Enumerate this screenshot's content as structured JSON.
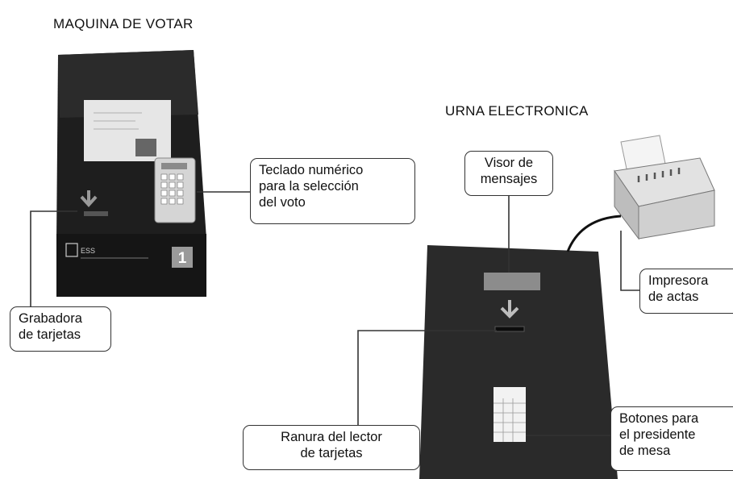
{
  "titles": {
    "maquina": "MAQUINA DE VOTAR",
    "urna": "URNA ELECTRONICA"
  },
  "machine": {
    "brand": "ESS",
    "number_badge": "1"
  },
  "callouts": {
    "teclado": "Teclado numérico\npara la selección\ndel voto",
    "grabadora": "Grabadora\nde tarjetas",
    "visor": "Visor de\nmensajes",
    "impresora": "Impresora\nde actas",
    "ranura": "Ranura del lector\nde tarjetas",
    "botones": "Botones para\nel presidente\nde mesa"
  },
  "colors": {
    "machine_dark": "#1e1e1e",
    "urn_dark": "#2a2a2a",
    "display": "#8c8c8c",
    "line": "#333333"
  }
}
